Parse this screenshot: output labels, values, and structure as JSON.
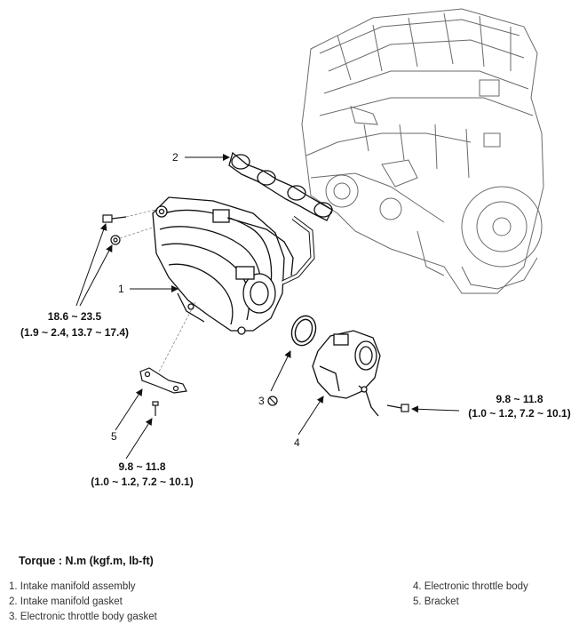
{
  "callouts": {
    "c1": "1",
    "c2": "2",
    "c3": "3",
    "c4": "4",
    "c5": "5"
  },
  "torque_specs": {
    "manifold_bolts": {
      "nm": "18.6 ~ 23.5",
      "alt": "(1.9 ~ 2.4, 13.7 ~ 17.4)"
    },
    "throttle_bolt": {
      "nm": "9.8 ~ 11.8",
      "alt": "(1.0 ~ 1.2, 7.2 ~ 10.1)"
    },
    "bracket_bolt": {
      "nm": "9.8 ~ 11.8",
      "alt": "(1.0 ~ 1.2, 7.2 ~ 10.1)"
    }
  },
  "torque_title": "Torque : N.m (kgf.m, lb-ft)",
  "legend": {
    "left": [
      "1. Intake manifold assembly",
      "2. Intake manifold gasket",
      "3. Electronic throttle body gasket"
    ],
    "right": [
      "4. Electronic throttle body",
      "5. Bracket"
    ]
  },
  "colors": {
    "line": "#111111",
    "engine_outline": "#6a6a6a",
    "text": "#111111",
    "legend_text": "#333333"
  },
  "icons": {
    "no_reuse_symbol": "prohibition-icon"
  }
}
